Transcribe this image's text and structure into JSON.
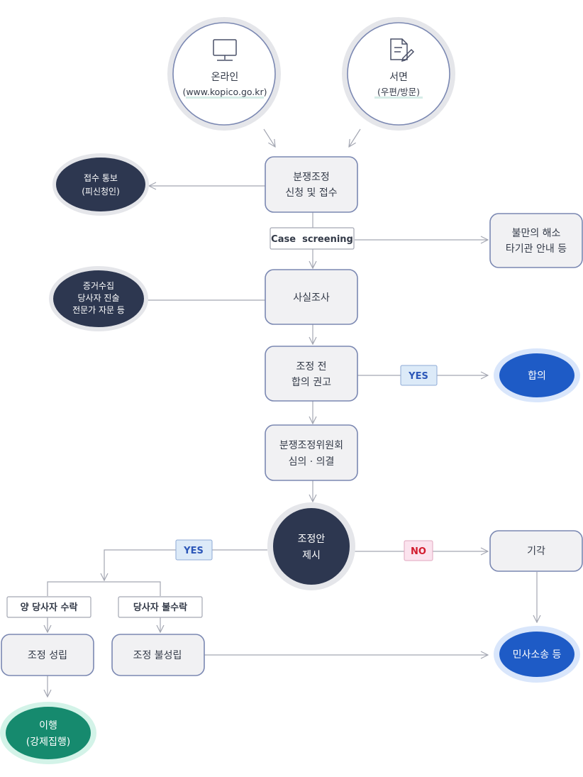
{
  "nodes": {
    "online": {
      "title": "온라인",
      "subtitle": "(www.kopico.go.kr)"
    },
    "written": {
      "title": "서면",
      "subtitle": "(우편/방문)"
    },
    "apply": {
      "line1": "분쟁조정",
      "line2": "신청 및 접수"
    },
    "notify": {
      "line1": "접수 통보",
      "line2": "(피신청인)"
    },
    "case_screening": {
      "label": "Case  screening"
    },
    "resolve": {
      "line1": "불만의 해소",
      "line2": "타기관 안내 등"
    },
    "evidence": {
      "line1": "증거수집",
      "line2": "당사자 진술",
      "line3": "전문가 자문 등"
    },
    "fact": {
      "label": "사실조사"
    },
    "pre_rec": {
      "line1": "조정 전",
      "line2": "합의 권고"
    },
    "agree": {
      "label": "합의"
    },
    "committee": {
      "line1": "분쟁조정위원회",
      "line2": "심의 · 의결"
    },
    "proposal": {
      "line1": "조정안",
      "line2": "제시"
    },
    "reject": {
      "label": "기각"
    },
    "both_accept": {
      "label": "양 당사자 수락"
    },
    "party_reject": {
      "label": "당사자 불수락"
    },
    "success": {
      "label": "조정 성립"
    },
    "fail": {
      "label": "조정 불성립"
    },
    "civil": {
      "label": "민사소송 등"
    },
    "enforce": {
      "line1": "이행",
      "line2": "(강제집행)"
    }
  },
  "tags": {
    "yes": "YES",
    "no": "NO"
  },
  "colors": {
    "navy": "#2d3750",
    "blue": "#1e5bc6",
    "green": "#168a6e",
    "box_fill": "#f1f1f3",
    "box_border": "#7b88b2",
    "line": "#a3a6b2"
  },
  "icons": {
    "online": "monitor-icon",
    "written": "document-pen-icon"
  }
}
